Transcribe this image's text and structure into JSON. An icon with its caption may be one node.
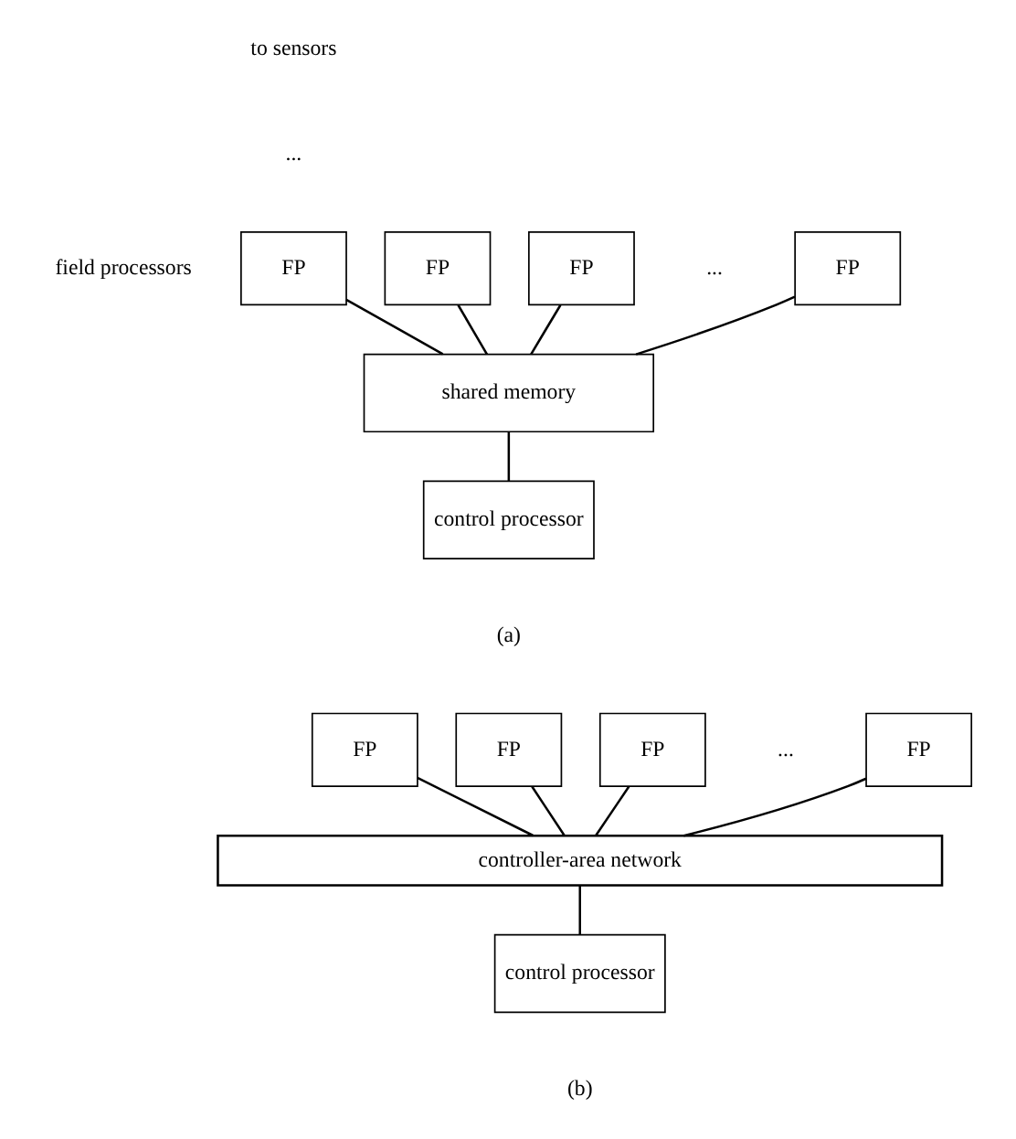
{
  "diagram": {
    "nodes": [
      {
        "text": [
          "FP"
        ]
      },
      {
        "text": [
          "FP"
        ]
      },
      {
        "text": [
          "FP"
        ]
      },
      {
        "text": [
          "FP"
        ]
      },
      {
        "text": [
          "shared memory"
        ]
      },
      {
        "text": [
          "control processor"
        ]
      },
      {
        "text": [
          "FP"
        ]
      },
      {
        "text": [
          "FP"
        ]
      },
      {
        "text": [
          "FP"
        ]
      },
      {
        "text": [
          "FP"
        ]
      },
      {
        "text": [
          "controller-area network"
        ]
      },
      {
        "text": [
          "control processor"
        ]
      }
    ],
    "edges": [
      {
        "from": 0,
        "to": 4,
        "arrow": "none"
      },
      {
        "from": 1,
        "to": 4,
        "arrow": "none"
      },
      {
        "from": 2,
        "to": 4,
        "arrow": "none"
      },
      {
        "from": 3,
        "to": 4,
        "arrow": "none"
      },
      {
        "from": 4,
        "to": 5,
        "arrow": "none"
      },
      {
        "from": 6,
        "to": 10,
        "arrow": "none"
      },
      {
        "from": 7,
        "to": 10,
        "arrow": "none"
      },
      {
        "from": 8,
        "to": 10,
        "arrow": "none"
      },
      {
        "from": 9,
        "to": 10,
        "arrow": "none"
      },
      {
        "from": 10,
        "to": 11,
        "arrow": "none"
      }
    ],
    "labels": [
      "to sensors",
      "...",
      "field processors",
      "...",
      "(a)",
      "...",
      "(b)"
    ]
  }
}
